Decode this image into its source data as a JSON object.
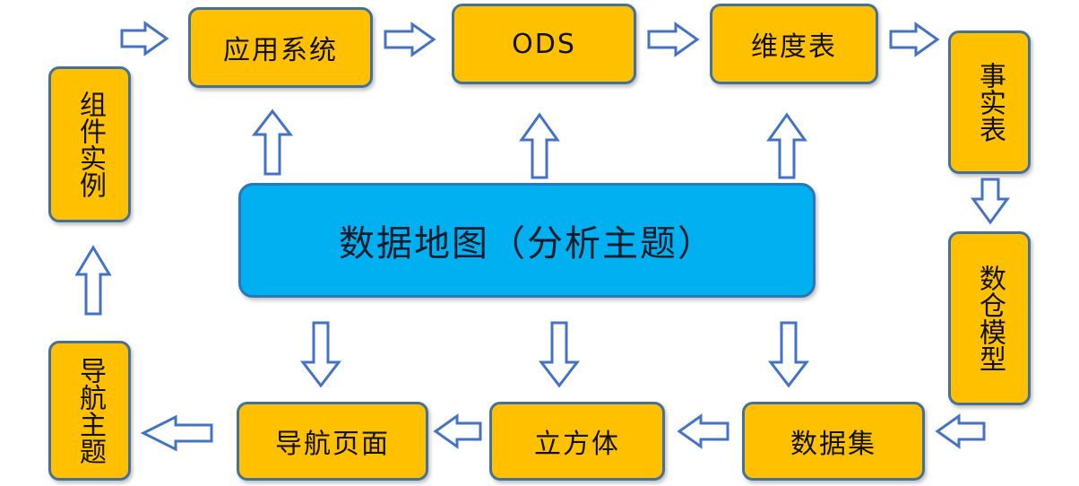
{
  "diagram": {
    "center": "数据地图（分析主题）",
    "nodes": {
      "app_system": "应用系统",
      "ods": "ODS",
      "dimension_table": "维度表",
      "fact_table": "事实表",
      "warehouse_model": "数仓模型",
      "dataset": "数据集",
      "cube": "立方体",
      "nav_page": "导航页面",
      "nav_topic": "导航主题",
      "component_instance": "组件实例"
    }
  },
  "colors": {
    "node_fill": "#FFC000",
    "node_border": "#41719C",
    "center_fill": "#00B0F0",
    "arrow_stroke": "#4472C4"
  }
}
